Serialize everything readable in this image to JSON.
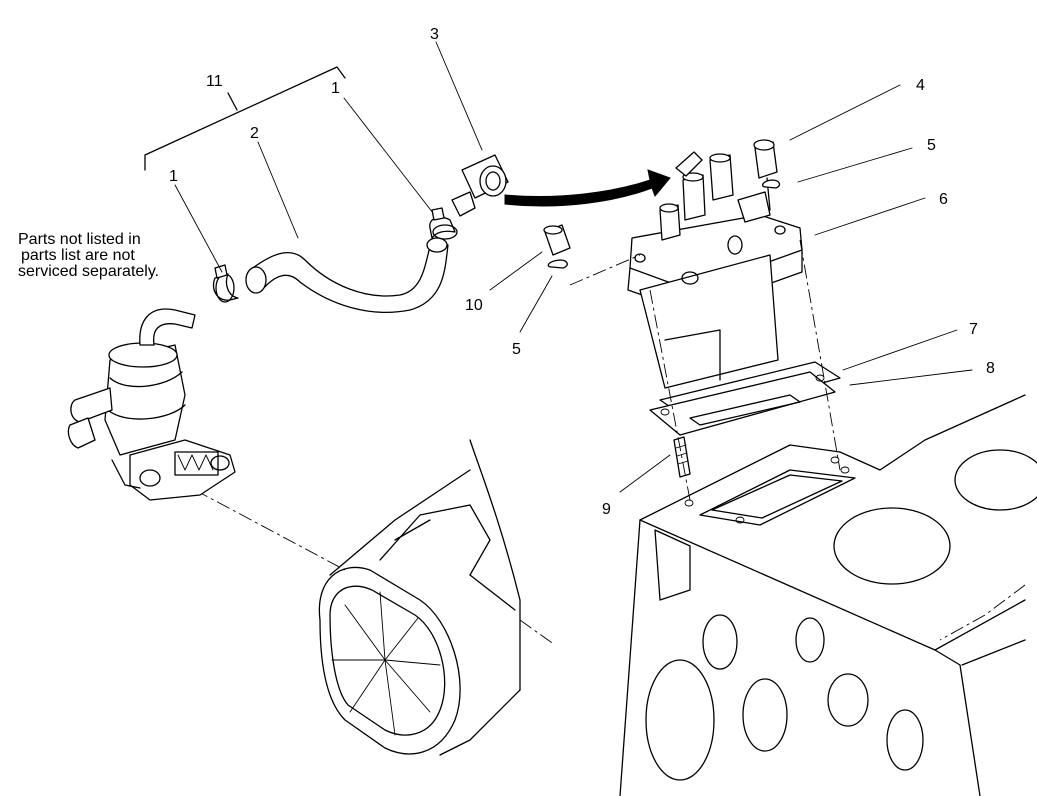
{
  "note": {
    "lines": [
      "Parts not listed in",
      "parts list are not",
      "serviced separately."
    ]
  },
  "callouts": {
    "c1a": "1",
    "c1b": "1",
    "c2": "2",
    "c3": "3",
    "c4": "4",
    "c5a": "5",
    "c5b": "5",
    "c6": "6",
    "c7": "7",
    "c8": "8",
    "c9": "9",
    "c10": "10",
    "c11": "11"
  }
}
